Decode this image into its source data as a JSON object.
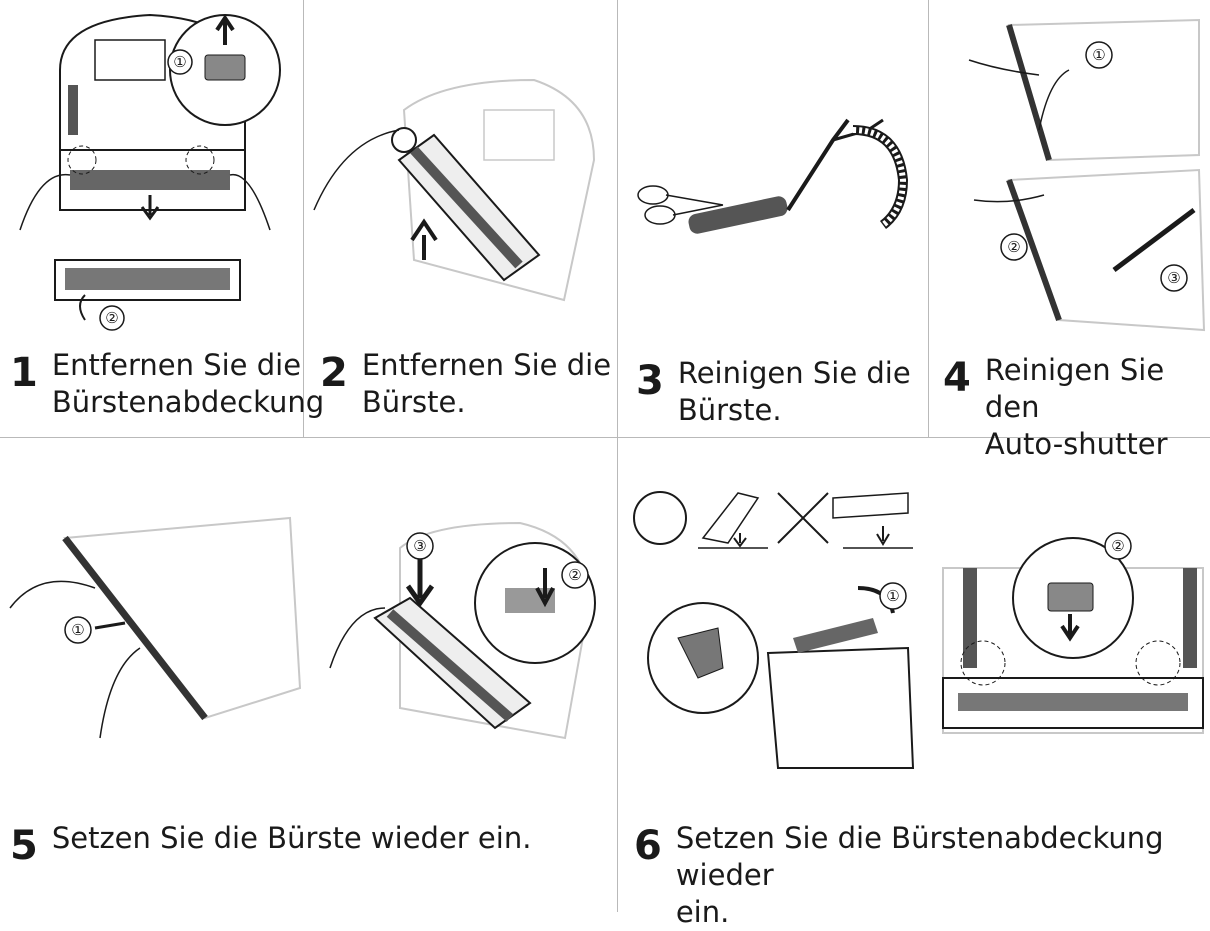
{
  "steps": [
    {
      "number": "1",
      "lines": [
        "Entfernen Sie die",
        "Bürstenabdeckung"
      ],
      "markers": [
        "①",
        "②"
      ]
    },
    {
      "number": "2",
      "lines": [
        "Entfernen Sie die",
        "Bürste."
      ]
    },
    {
      "number": "3",
      "lines": [
        "Reinigen Sie die",
        "Bürste."
      ]
    },
    {
      "number": "4",
      "lines": [
        "Reinigen Sie den",
        "Auto-shutter"
      ],
      "markers": [
        "①",
        "②",
        "③"
      ]
    },
    {
      "number": "5",
      "lines": [
        "Setzen Sie die Bürste wieder ein."
      ],
      "markers": [
        "①",
        "②",
        "③"
      ]
    },
    {
      "number": "6",
      "lines": [
        "Setzen Sie die Bürstenabdeckung wieder",
        "ein."
      ],
      "markers": [
        "①",
        "②"
      ]
    }
  ],
  "colors": {
    "line": "#1a1a1a",
    "faint": "#c8c8c8",
    "divider": "#b9b9b9"
  }
}
